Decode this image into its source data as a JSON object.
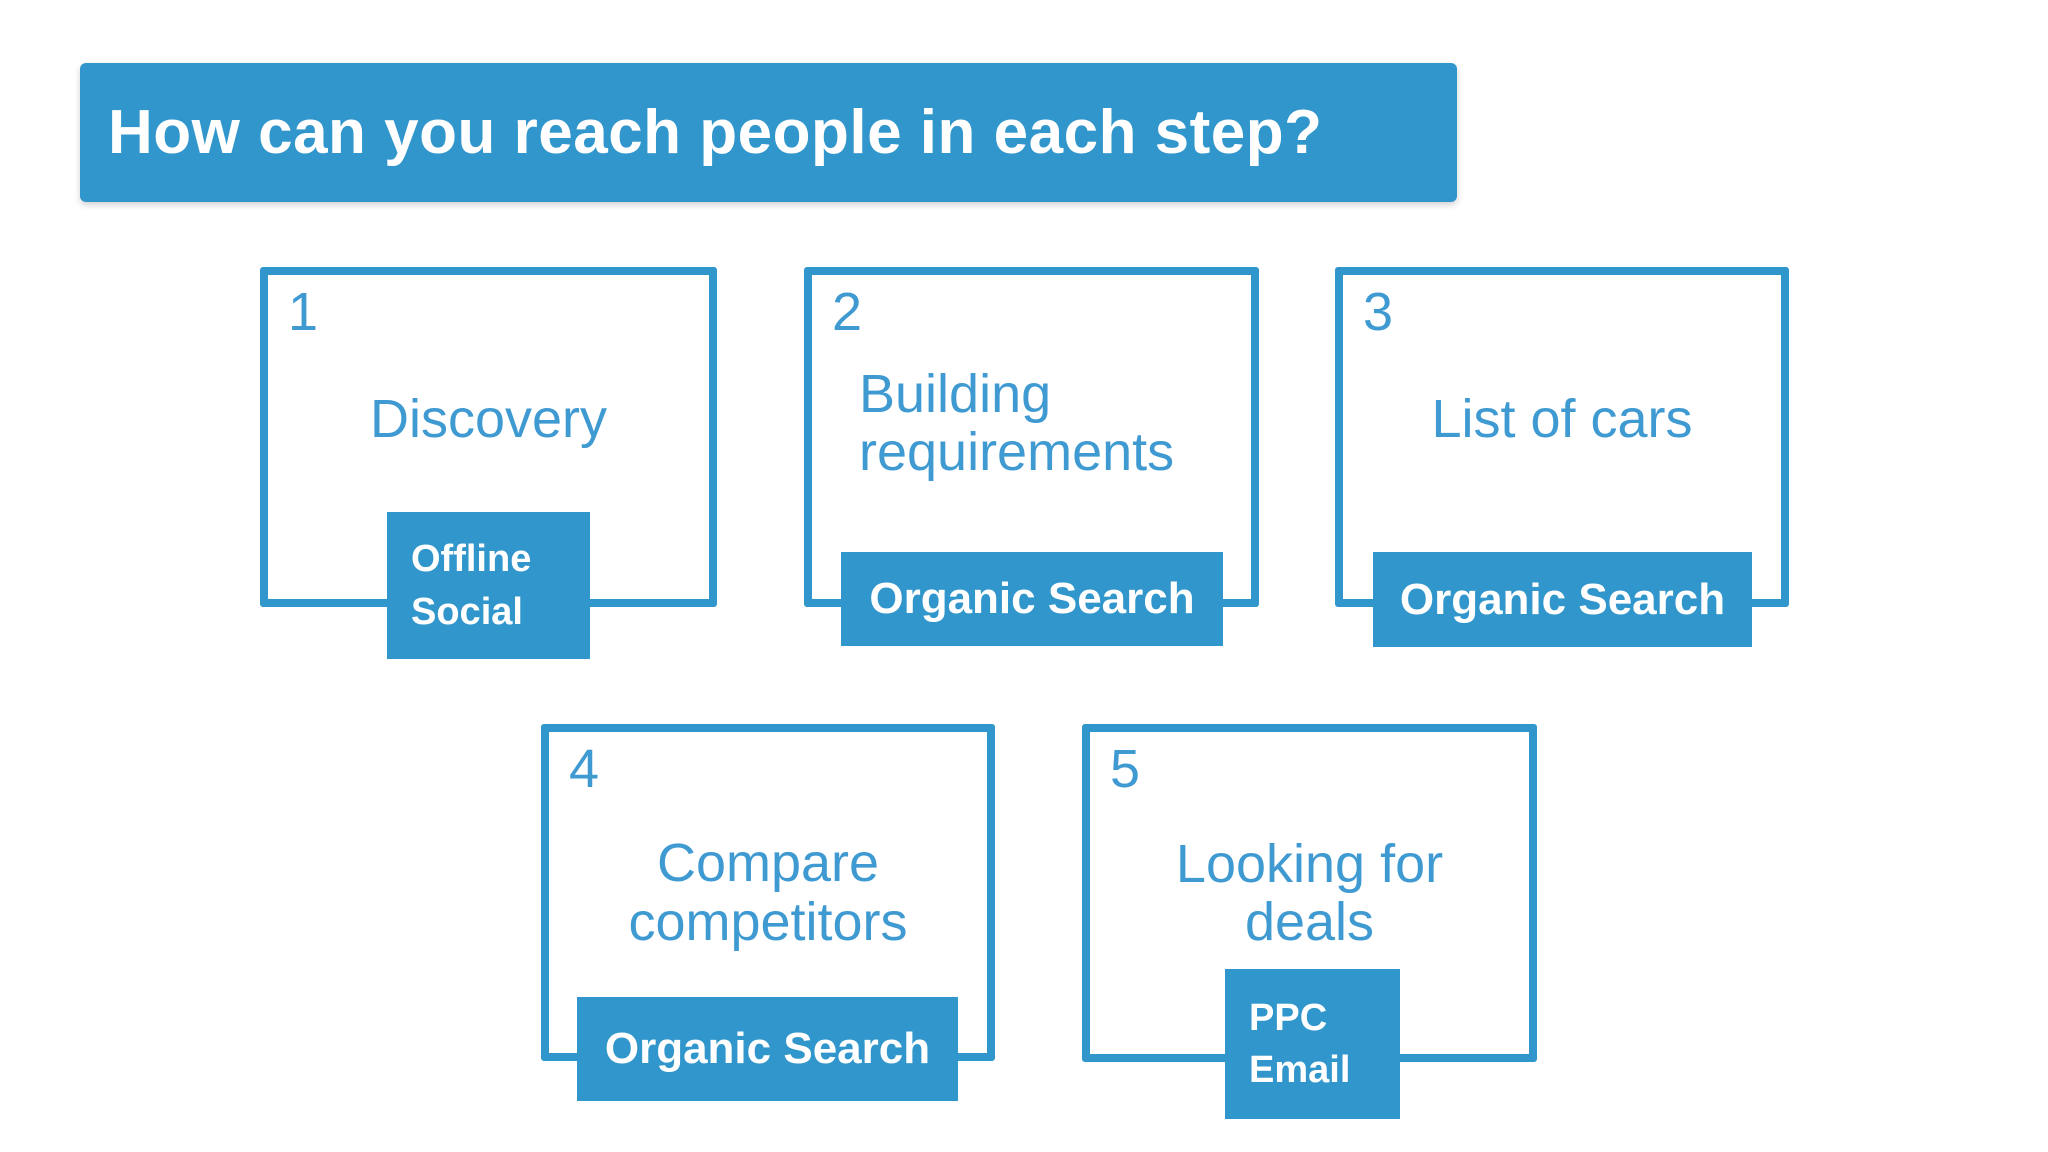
{
  "slide": {
    "title": "How can you reach people in each step?"
  },
  "colors": {
    "accent": "#3196cb",
    "label_text": "#3f9ad2",
    "badge_text": "#ffffff",
    "background": "#ffffff"
  },
  "steps": [
    {
      "number": "1",
      "label": "Discovery",
      "channels": [
        "Offline",
        "Social"
      ]
    },
    {
      "number": "2",
      "label": "Building requirements",
      "channels": [
        "Organic Search"
      ]
    },
    {
      "number": "3",
      "label": "List of cars",
      "channels": [
        "Organic Search"
      ]
    },
    {
      "number": "4",
      "label": "Compare competitors",
      "channels": [
        "Organic Search"
      ]
    },
    {
      "number": "5",
      "label": "Looking for deals",
      "channels": [
        "PPC",
        "Email"
      ]
    }
  ]
}
